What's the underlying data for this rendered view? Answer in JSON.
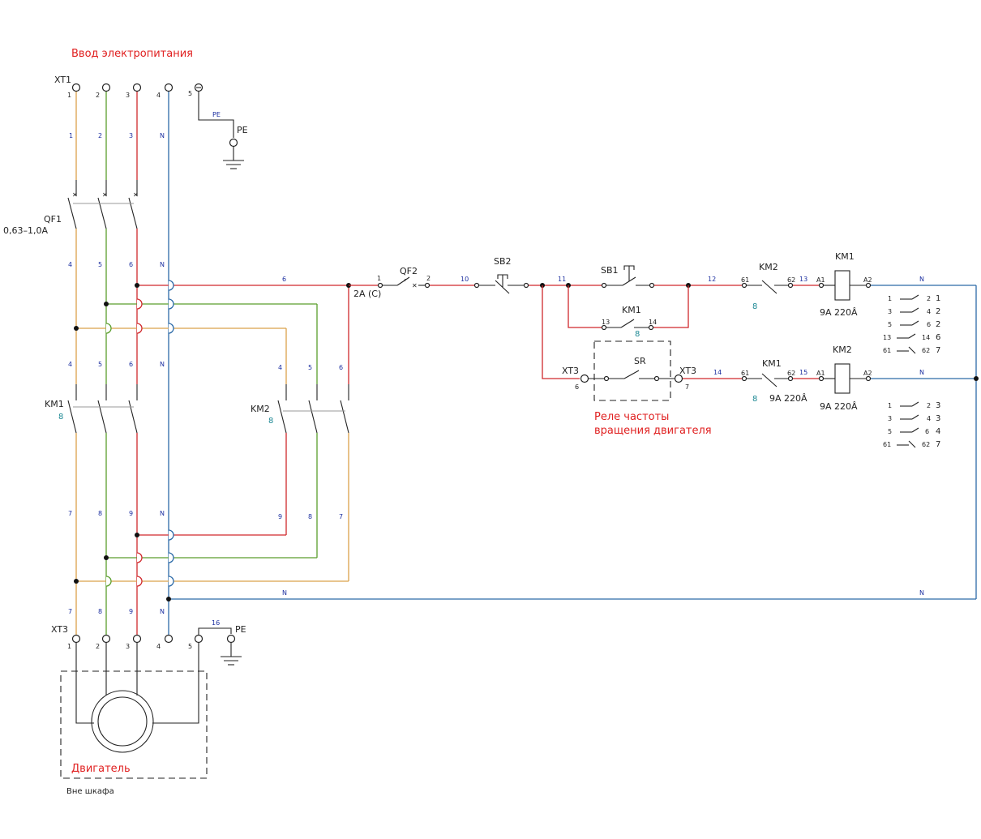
{
  "title_power_input": "Ввод электропитания",
  "title_speed_relay_1": "Реле частоты",
  "title_speed_relay_2": "вращения двигателя",
  "title_motor": "Двигатель",
  "label_outside": "Вне шкафа",
  "terminals": {
    "xt1": "XT1",
    "xt3": "XT3",
    "n1": "1",
    "n2": "2",
    "n3": "3",
    "n4": "4",
    "n5": "5",
    "n6": "6",
    "n7": "7"
  },
  "devices": {
    "qf1": "QF1",
    "qf1_rating": "0,63–1,0А",
    "km1": "KM1",
    "km2": "KM2",
    "km_sheet": "8",
    "qf2": "QF2",
    "qf2_rating": "2A (C)",
    "sb1": "SB1",
    "sb2": "SB2",
    "sr": "SR",
    "coil_rating": "9A 220Â",
    "a1": "A1",
    "a2": "A2",
    "c13": "13",
    "c14": "14",
    "c61": "61",
    "c62": "62"
  },
  "wires": {
    "w1": "1",
    "w2": "2",
    "w3": "3",
    "w4": "4",
    "w5": "5",
    "w6": "6",
    "w7": "7",
    "w8": "8",
    "w9": "9",
    "w10": "10",
    "w11": "11",
    "w12": "12",
    "w13": "13",
    "w14": "14",
    "w15": "15",
    "w16": "16",
    "n": "N",
    "pe": "PE"
  },
  "km1_contacts": [
    {
      "from": "1",
      "to": "2",
      "ref": "1"
    },
    {
      "from": "3",
      "to": "4",
      "ref": "2"
    },
    {
      "from": "5",
      "to": "6",
      "ref": "2"
    },
    {
      "from": "13",
      "to": "14",
      "ref": "6"
    },
    {
      "from": "61",
      "to": "62",
      "ref": "7"
    }
  ],
  "km2_contacts": [
    {
      "from": "1",
      "to": "2",
      "ref": "3"
    },
    {
      "from": "3",
      "to": "4",
      "ref": "3"
    },
    {
      "from": "5",
      "to": "6",
      "ref": "4"
    },
    {
      "from": "61",
      "to": "62",
      "ref": "7"
    }
  ],
  "colors": {
    "phase_l1": "#dba24a",
    "phase_l2": "#5a9e2c",
    "phase_l3": "#d0282c",
    "neutral": "#2c6aa8",
    "label_red": "#e02020",
    "wire_number": "#1c2fa0",
    "sheet_ref": "#1f8a95"
  }
}
